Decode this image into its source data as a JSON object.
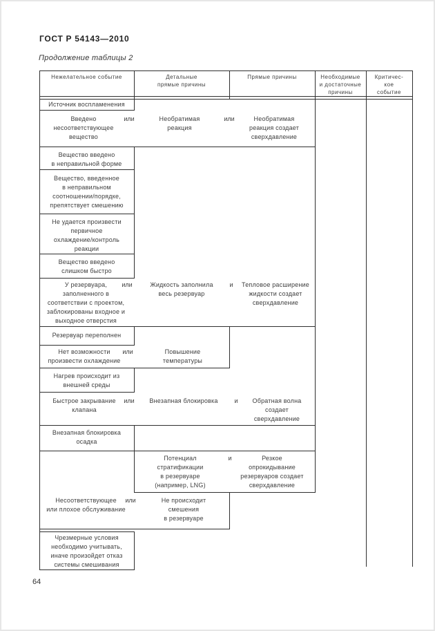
{
  "document": {
    "title": "ГОСТ Р 54143—2010",
    "caption": "Продолжение таблицы 2",
    "page_number": "64"
  },
  "table": {
    "headers": [
      "Нежелательное событие",
      "Детальные\nпрямые причины",
      "Прямые причины",
      "Необходимые\nи достаточные\nпричины",
      "Критичес-\nкое\nсобытие"
    ],
    "cells": {
      "ignition": "Источник воспламенения",
      "rowA_c1": "Введено\nнесоответствующее\nвещество",
      "rowA_or1": "или",
      "rowA_c2": "Необратимая\nреакция",
      "rowA_or2": "или",
      "rowA_c3": "Необратимая\nреакция создает\nсверхдавление",
      "b2a": "Вещество введено\nв неправильной форме",
      "b2b": "Вещество, введенное\nв неправильном\nсоотношении/порядке,\nпрепятствует смешению",
      "b2c": "Не удается произвести\nпервичное\nохлаждение/контроль\nреакции",
      "b2d": "Вещество введено\nслишком быстро",
      "rowB_c1": "У резервуара,\nзаполненного в\nсоответствии с проектом,\nзаблокированы входное и\nвыходное отверстия",
      "rowB_or": "или",
      "rowB_c2": "Жидкость заполнила\nвесь резервуар",
      "rowB_and": "и",
      "rowB_c3": "Тепловое расширение\nжидкости создает\nсверхдавление",
      "overfill": "Резервуар переполнен",
      "rowC_c1": "Нет возможности\nпроизвести охлаждение",
      "rowC_or": "или",
      "rowC_c2": "Повышение\nтемпературы",
      "heating": "Нагрев происходит из\nвнешней среды",
      "rowD_c1": "Быстрое закрывание\nклапана",
      "rowD_or": "или",
      "rowD_c2": "Внезапная блокировка",
      "rowD_and": "и",
      "rowD_c3": "Обратная волна\nсоздает\nсверхдавление",
      "blockage": "Внезапная блокировка\nосадка",
      "rowE_c2": "Потенциал\nстратификации\nв резервуаре\n(например, LNG)",
      "rowE_and": "и",
      "rowE_c3": "Резкое\nопрокидывание\nрезервуаров создает\nсверхдавление",
      "rowF_c1": "Несоответствующее\nили плохое обслуживание",
      "rowF_or": "или",
      "rowF_c2": "Не происходит\nсмешения\nв резервуаре",
      "excess": "Чрезмерные условия\nнеобходимо учитывать,\nиначе произойдет отказ\nсистемы смешивания"
    }
  }
}
